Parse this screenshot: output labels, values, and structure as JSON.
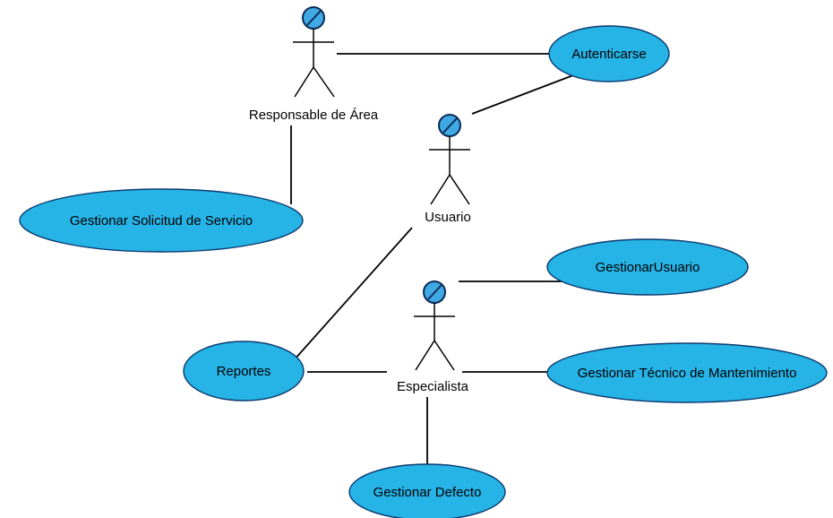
{
  "actors": {
    "responsable": "Responsable de Área",
    "usuario": "Usuario",
    "especialista": "Especialista"
  },
  "use_cases": {
    "autenticarse": "Autenticarse",
    "gestionar_solicitud": "Gestionar Solicitud de Servicio",
    "gestionar_usuario": "GestionarUsuario",
    "reportes": "Reportes",
    "gestionar_tecnico": "Gestionar Técnico de Mantenimiento",
    "gestionar_defecto": "Gestionar Defecto"
  },
  "colors": {
    "use_case_fill": "#26b3e6",
    "use_case_stroke": "#0b3a6e",
    "actor_head": "#3fa9e4"
  }
}
